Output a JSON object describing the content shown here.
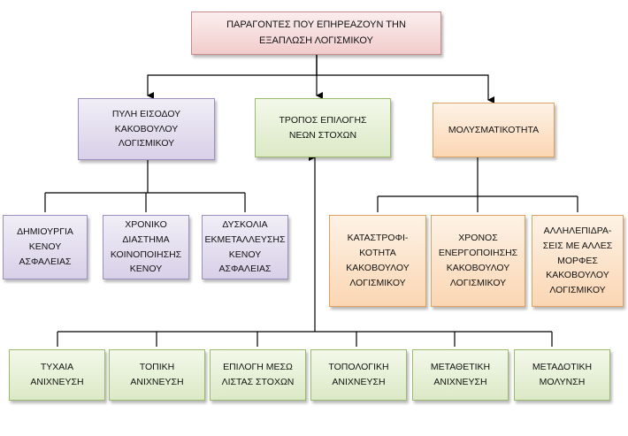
{
  "root": "ΠΑΡΑΓΟΝΤΕΣ ΠΟΥ ΕΠΗΡΕΑΖΟΥΝ ΤΗΝ\nΕΞΑΠΛΩΣΗ ΛΟΓΙΣΜΙΚΟΥ",
  "categories": {
    "entry": {
      "label": "ΠΥΛΗ ΕΙΣΟΔΟΥ\nΚΑΚΟΒΟΥΛΟΥ\nΛΟΓΙΣΜΙΚΟΥ",
      "children": [
        "ΔΗΜΙΟΥΡΓΙΑ\nΚΕΝΟΥ\nΑΣΦΑΛΕΙΑΣ",
        "ΧΡΟΝΙΚΟ\nΔΙΑΣΤΗΜΑ\nΚΟΙΝΟΠΟΙΗΣΗΣ\nΚΕΝΟΥ",
        "ΔΥΣΚΟΛΙΑ\nΕΚΜΕΤΑΛΛΕΥΣΗΣ\nΚΕΝΟΥ\nΑΣΦΑΛΕΙΑΣ"
      ]
    },
    "target": {
      "label": "ΤΡΟΠΟΣ ΕΠΙΛΟΓΗΣ\nΝΕΩΝ ΣΤΟΧΩΝ",
      "children": [
        "ΤΥΧΑΙΑ\nΑΝΙΧΝΕΥΣΗ",
        "ΤΟΠΙΚΗ\nΑΝΙΧΝΕΥΣΗ",
        "ΕΠΙΛΟΓΗ ΜΕΣΩ\nΛΙΣΤΑΣ ΣΤΟΧΩΝ",
        "ΤΟΠΟΛΟΓΙΚΗ\nΑΝΙΧΝΕΥΣΗ",
        "ΜΕΤΑΘΕΤΙΚΗ\nΑΝΙΧΝΕΥΣΗ",
        "ΜΕΤΑΔΟΤΙΚΗ\nΜΟΛΥΝΣΗ"
      ]
    },
    "infectivity": {
      "label": "ΜΟΛΥΣΜΑΤΙΚΟΤΗΤΑ",
      "children": [
        "ΚΑΤΑΣΤΡΟΦΙ-\nΚΟΤΗΤΑ\nΚΑΚΟΒΟΥΛΟΥ\nΛΟΓΙΣΜΙΚΟΥ",
        "ΧΡΟΝΟΣ\nΕΝΕΡΓΟΠΟΙΗΣΗΣ\nΚΑΚΟΒΟΥΛΟΥ\nΛΟΓΙΣΜΙΚΟΥ",
        "ΑΛΛΗΛΕΠΙΔΡΑ-\nΣΕΙΣ ΜΕ ΑΛΛΕΣ\nΜΟΡΦΕΣ\nΚΑΚΟΒΟΥΛΟΥ\nΛΟΓΙΣΜΙΚΟΥ"
      ]
    }
  },
  "colors": {
    "root": "#f2cccc",
    "entry": "#d8d0e8",
    "target": "#dce9c6",
    "infectivity": "#fbd6b3",
    "line": "#000000"
  }
}
